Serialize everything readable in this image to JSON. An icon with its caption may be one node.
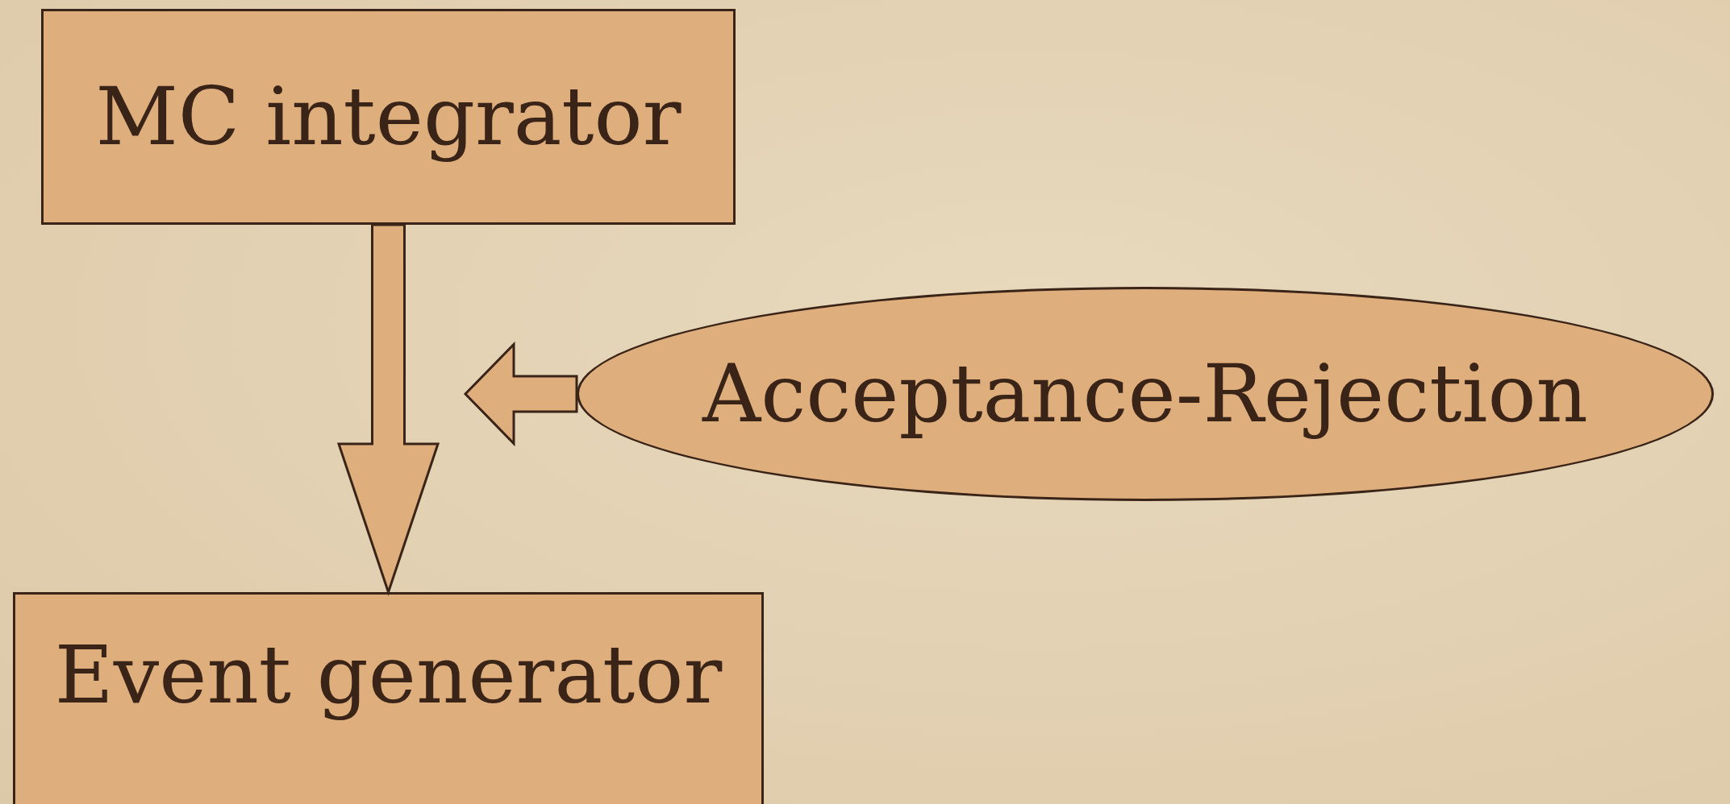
{
  "diagram": {
    "nodes": [
      {
        "text": [
          "MC integrator"
        ]
      },
      {
        "text": [
          "Event generator"
        ]
      },
      {
        "text": [
          "Acceptance-Rejection"
        ]
      }
    ],
    "edges": [
      {
        "from": 0,
        "to": 1,
        "arrow": "to"
      },
      {
        "from": 2,
        "to": null,
        "arrow": "to"
      }
    ]
  }
}
